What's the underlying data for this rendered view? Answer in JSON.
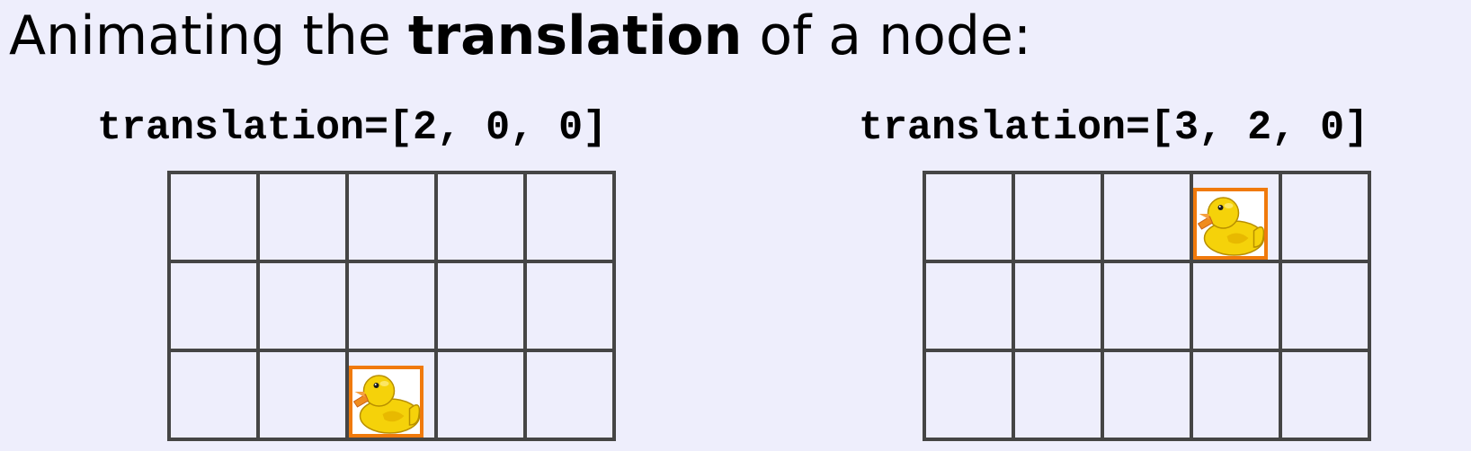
{
  "title": {
    "prefix": "Animating the ",
    "bold": "translation",
    "suffix": " of a node:"
  },
  "panels": [
    {
      "label": "translation=[2, 0, 0]",
      "duck_cell": {
        "column": 2,
        "row": 2
      }
    },
    {
      "label": "translation=[3, 2, 0]",
      "duck_cell": {
        "column": 3,
        "row": 0
      }
    }
  ],
  "grid": {
    "columns": 5,
    "rows": 3
  },
  "colors": {
    "background": "#eeeefc",
    "grid_line": "#454545",
    "highlight": "#f07a0c",
    "duck_body": "#f5d20a"
  },
  "icons": {
    "duck": "rubber-duck-icon"
  }
}
